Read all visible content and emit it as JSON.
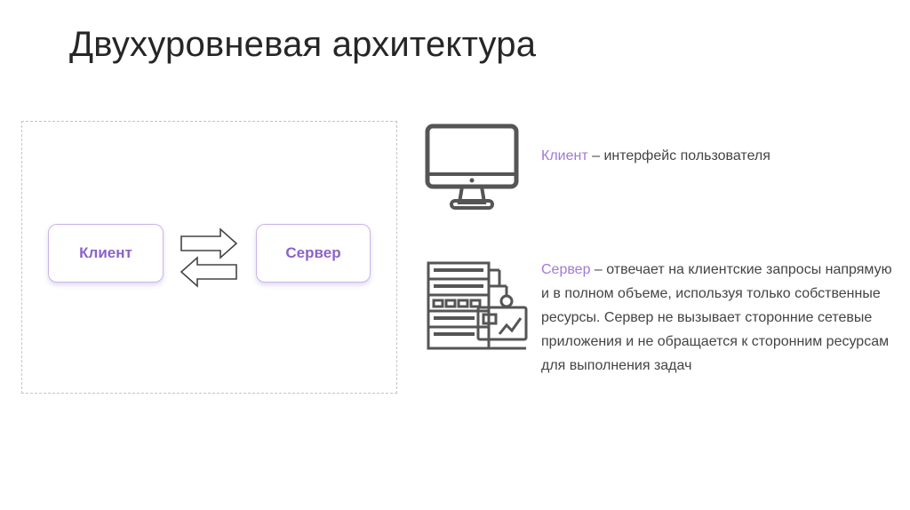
{
  "slide": {
    "title": "Двухуровневая архитектура"
  },
  "diagram": {
    "client_label": "Клиент",
    "server_label": "Сервер",
    "accent_color": "#a07ad6"
  },
  "descriptions": {
    "client": {
      "term": "Клиент",
      "text": " – интерфейс пользователя"
    },
    "server": {
      "term": "Сервер",
      "text": " – отвечает на клиентские запросы напрямую и в полном объеме, используя только собственные ресурсы. Сервер не вызывает сторонние сетевые приложения и не обращается к сторонним ресурсам для выполнения задач"
    }
  },
  "icons": {
    "client": "monitor-icon",
    "server": "server-rack-icon"
  }
}
